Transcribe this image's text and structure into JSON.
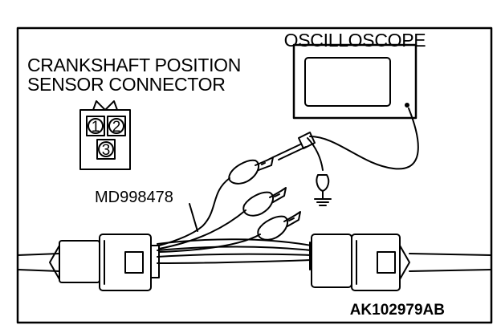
{
  "labels": {
    "oscilloscope": "OSCILLOSCOPE",
    "sensor_line1": "CRANKSHAFT POSITION",
    "sensor_line2": "SENSOR CONNECTOR",
    "tool_number": "MD998478",
    "figure_code": "AK102979AB"
  },
  "connector_pins": [
    "1",
    "2",
    "3"
  ]
}
